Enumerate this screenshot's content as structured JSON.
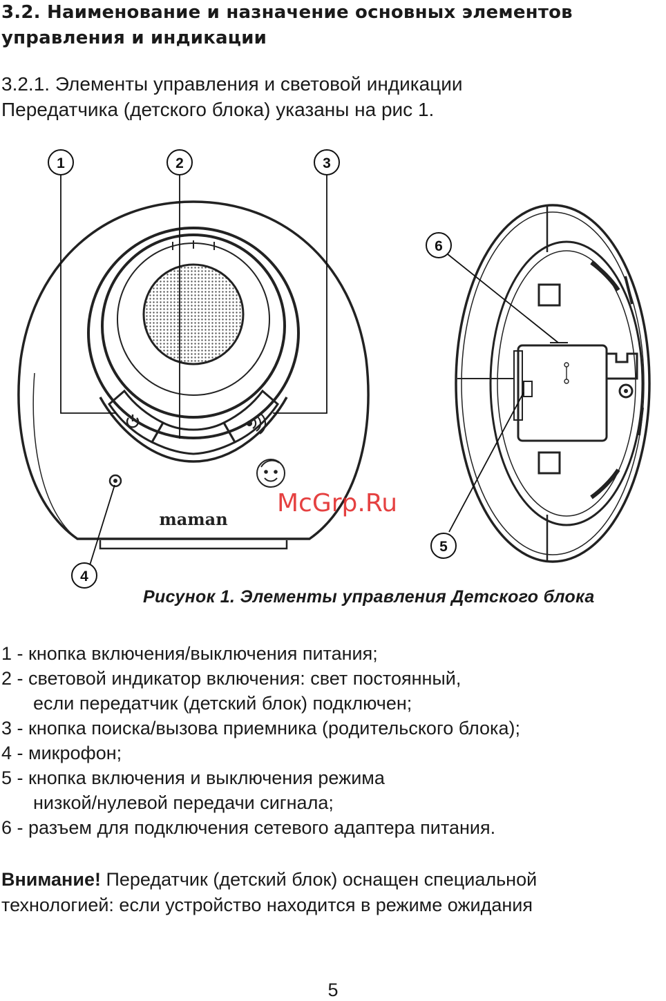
{
  "heading": {
    "line1": "3.2. Наименование и назначение основных элементов",
    "line2": "управления и индикации"
  },
  "intro": {
    "line1": "3.2.1. Элементы управления и световой индикации",
    "line2": "Передатчика (детского блока) указаны на рис 1."
  },
  "figure": {
    "callouts": [
      "1",
      "2",
      "3",
      "4",
      "5",
      "6"
    ],
    "brand": "maman",
    "watermark": "McGrp.Ru",
    "icons": [
      "power-icon",
      "call-waves-icon",
      "smiley-face-icon",
      "microphone-hole-icon"
    ],
    "caption": "Рисунок 1. Элементы управления Детского блока"
  },
  "legend": [
    {
      "line1": "1 - кнопка включения/выключения питания;"
    },
    {
      "line1": "2 - световой индикатор включения: свет постоянный,",
      "line2": "если передатчик (детский блок) подключен;"
    },
    {
      "line1": "3 - кнопка поиска/вызова приемника (родительского блока);"
    },
    {
      "line1": "4 - микрофон;"
    },
    {
      "line1": "5 - кнопка включения и выключения режима",
      "line2": "низкой/нулевой передачи сигнала;"
    },
    {
      "line1": "6 - разъем для подключения сетевого адаптера питания."
    }
  ],
  "warning": {
    "label": "Внимание!",
    "text1": " Передатчик (детский блок) оснащен специальной",
    "text2": "технологией: если устройство  находится в режиме ожидания"
  },
  "page_number": "5"
}
